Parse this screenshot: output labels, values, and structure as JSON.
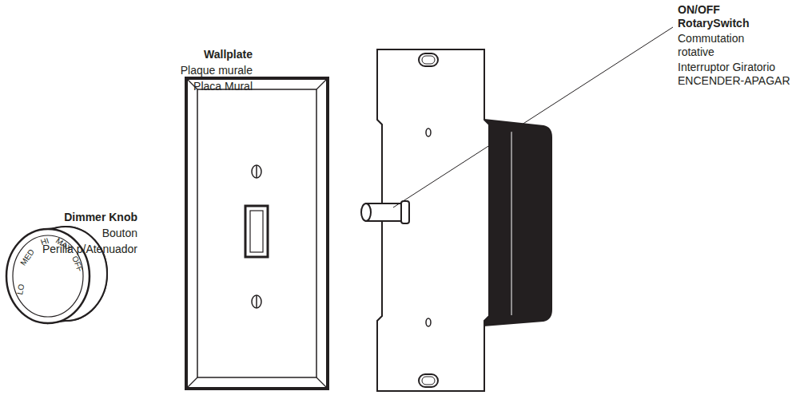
{
  "diagram": {
    "labels": [
      "Wallplate",
      "Plaque murale",
      "Placa Mural",
      "ON/OFF RotarySwitch",
      "Commutation rotative",
      "Interruptor Giratorio ENCENDER-APAGAR",
      "Dimmer Knob",
      "Bouton",
      "Perilla p/Atenuador",
      "LO",
      "MED",
      "HI",
      "MAX",
      "OFF"
    ]
  }
}
